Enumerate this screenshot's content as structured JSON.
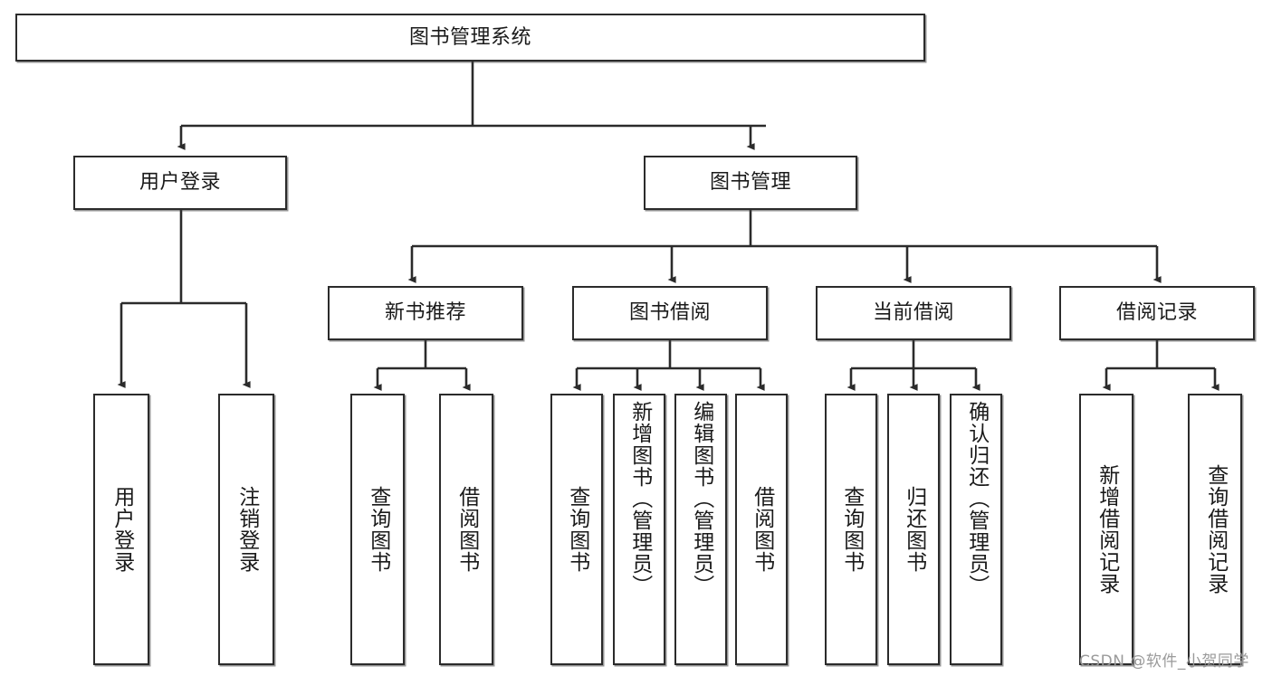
{
  "diagram": {
    "type": "tree-hierarchy",
    "title": "图书管理系统",
    "root": {
      "id": "root",
      "label": "图书管理系统",
      "orientation": "horizontal"
    },
    "level2": [
      {
        "id": "user-login-group",
        "label": "用户登录",
        "orientation": "horizontal"
      },
      {
        "id": "book-management-group",
        "label": "图书管理",
        "orientation": "horizontal"
      }
    ],
    "level3": [
      {
        "id": "new-book-recommend",
        "label": "新书推荐",
        "orientation": "horizontal"
      },
      {
        "id": "book-borrow",
        "label": "图书借阅",
        "orientation": "horizontal"
      },
      {
        "id": "current-borrow",
        "label": "当前借阅",
        "orientation": "horizontal"
      },
      {
        "id": "borrow-record",
        "label": "借阅记录",
        "orientation": "horizontal"
      }
    ],
    "leaves": {
      "user_login_group": [
        {
          "id": "leaf-user-login",
          "label": "用户登录",
          "orientation": "vertical"
        },
        {
          "id": "leaf-logout-login",
          "label": "注销登录",
          "orientation": "vertical"
        }
      ],
      "new_book_recommend": [
        {
          "id": "leaf-query-book-1",
          "label": "查询图书",
          "orientation": "vertical"
        },
        {
          "id": "leaf-borrow-book-1",
          "label": "借阅图书",
          "orientation": "vertical"
        }
      ],
      "book_borrow": [
        {
          "id": "leaf-query-book-2",
          "label": "查询图书",
          "orientation": "vertical"
        },
        {
          "id": "leaf-add-book-admin",
          "label": "新增图书（管理员）",
          "orientation": "vertical"
        },
        {
          "id": "leaf-edit-book-admin",
          "label": "编辑图书（管理员）",
          "orientation": "vertical"
        },
        {
          "id": "leaf-borrow-book-2",
          "label": "借阅图书",
          "orientation": "vertical"
        }
      ],
      "current_borrow": [
        {
          "id": "leaf-query-book-3",
          "label": "查询图书",
          "orientation": "vertical"
        },
        {
          "id": "leaf-return-book",
          "label": "归还图书",
          "orientation": "vertical"
        },
        {
          "id": "leaf-confirm-return-admin",
          "label": "确认归还（管理员）",
          "orientation": "vertical"
        }
      ],
      "borrow_record": [
        {
          "id": "leaf-add-borrow-record",
          "label": "新增借阅记录",
          "orientation": "vertical"
        },
        {
          "id": "leaf-query-borrow-record",
          "label": "查询借阅记录",
          "orientation": "vertical"
        }
      ]
    },
    "colors": {
      "stroke": "#2b2b2b",
      "fill": "#ffffff",
      "text": "#1a1a1a",
      "watermark": "#9a9a9a"
    }
  },
  "watermark": {
    "text": "CSDN @软件_小贺同学"
  }
}
